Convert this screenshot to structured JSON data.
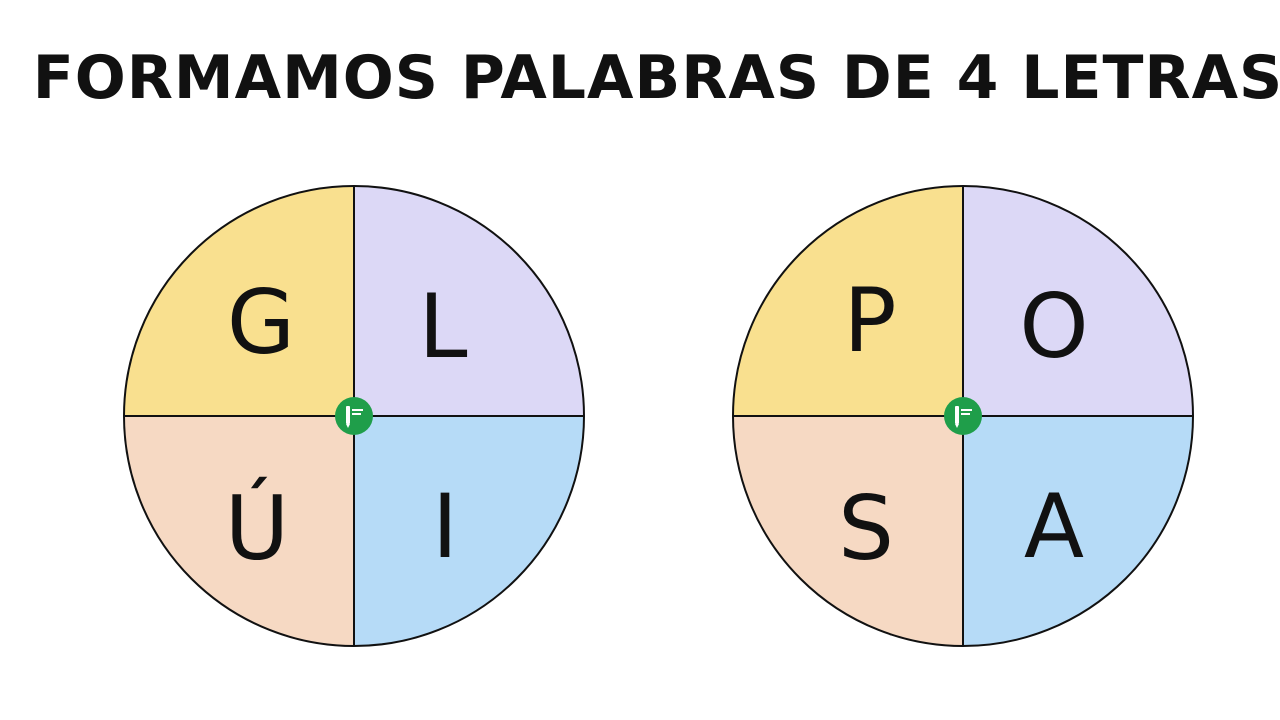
{
  "title": "FORMAMOS PALABRAS DE 4 LETRAS",
  "colors": {
    "yellow": "#f9e08f",
    "lavender": "#dcd8f6",
    "peach": "#f6d9c3",
    "blue": "#b6dbf7",
    "outline": "#111111",
    "badge": "#1f9e4a"
  },
  "wheels": [
    {
      "top_left": "G",
      "top_right": "L",
      "bottom_left": "Ú",
      "bottom_right": "I"
    },
    {
      "top_left": "P",
      "top_right": "O",
      "bottom_left": "S",
      "bottom_right": "A"
    }
  ],
  "center_badge_icon": "pencil-logo-icon"
}
